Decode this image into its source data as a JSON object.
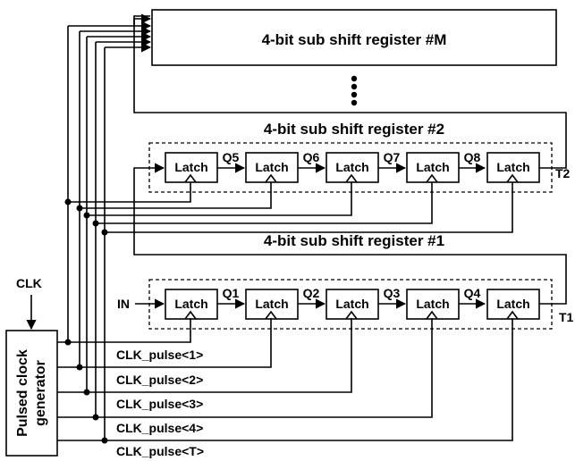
{
  "registers": {
    "top_title": "4-bit sub shift register #M",
    "mid_title": "4-bit sub shift register #2",
    "bottom_title": "4-bit sub shift register #1"
  },
  "latch_label": "Latch",
  "generator": {
    "line1": "Pulsed clock",
    "line2": "generator"
  },
  "signals": {
    "clk": "CLK",
    "input": "IN",
    "bottom_q": [
      "Q1",
      "Q2",
      "Q3",
      "Q4"
    ],
    "mid_q": [
      "Q5",
      "Q6",
      "Q7",
      "Q8"
    ],
    "t1": "T1",
    "t2": "T2",
    "pulses": [
      "CLK_pulse<1>",
      "CLK_pulse<2>",
      "CLK_pulse<3>",
      "CLK_pulse<4>",
      "CLK_pulse<T>"
    ]
  }
}
